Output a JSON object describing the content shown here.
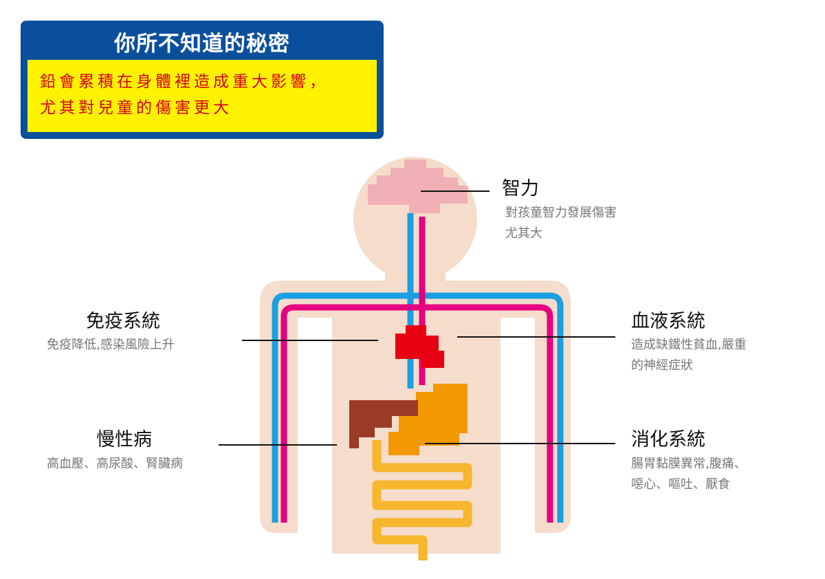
{
  "header": {
    "title": "你所不知道的秘密",
    "lines": [
      "鉛會累積在身體裡造成重大影響，",
      "尤其對兒童的傷害更大"
    ]
  },
  "colors": {
    "header_blue": "#0a4f9c",
    "highlight_yellow": "#fff200",
    "highlight_text": "#d6001c",
    "body": "#f5dccb",
    "blue_vessel": "#1aa0e0",
    "red_vessel": "#e4007f"
  },
  "labels": {
    "intelligence": {
      "title": "智力",
      "desc": [
        "對孩童智力發展傷害",
        "尤其大"
      ]
    },
    "immune": {
      "title": "免疫系統",
      "desc": [
        "免疫降低,感染風險上升"
      ]
    },
    "blood": {
      "title": "血液系統",
      "desc": [
        "造成缺鐵性貧血,嚴重",
        "的神經症狀"
      ]
    },
    "chronic": {
      "title": "慢性病",
      "desc": [
        "高血壓、高尿酸、腎臟病"
      ]
    },
    "digestive": {
      "title": "消化系統",
      "desc": [
        "腸胃黏膜異常,腹痛、",
        "噁心、嘔吐、厭食"
      ]
    }
  }
}
